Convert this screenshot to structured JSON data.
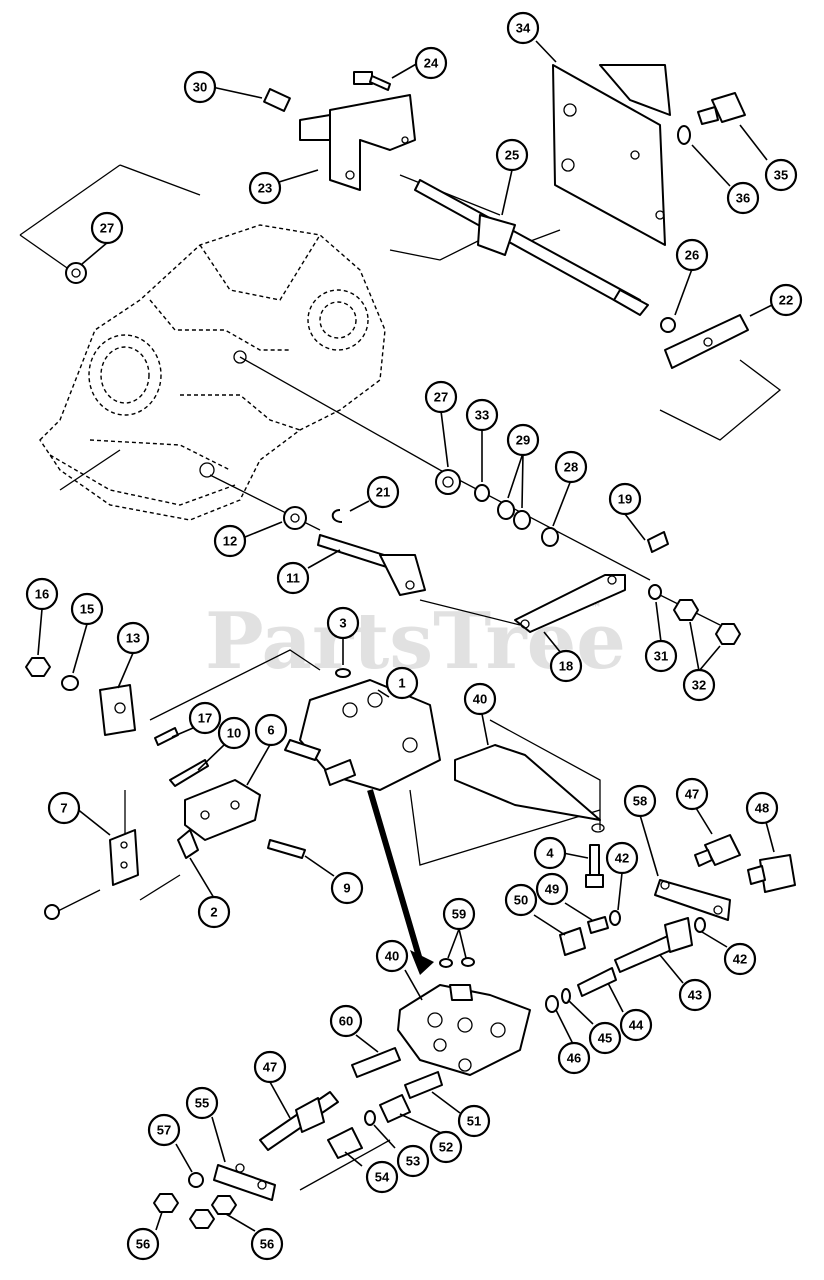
{
  "watermark": {
    "text": "PartsTree",
    "trademark": "™"
  },
  "callouts": [
    "34",
    "24",
    "30",
    "35",
    "23",
    "25",
    "36",
    "27",
    "26",
    "22",
    "27",
    "33",
    "29",
    "28",
    "21",
    "19",
    "12",
    "11",
    "31",
    "32",
    "16",
    "15",
    "13",
    "3",
    "1",
    "18",
    "17",
    "10",
    "6",
    "40",
    "47",
    "48",
    "7",
    "58",
    "4",
    "42",
    "2",
    "9",
    "59",
    "50",
    "49",
    "40",
    "42",
    "43",
    "60",
    "44",
    "47",
    "45",
    "46",
    "51",
    "55",
    "57",
    "52",
    "53",
    "54",
    "56",
    "56"
  ]
}
